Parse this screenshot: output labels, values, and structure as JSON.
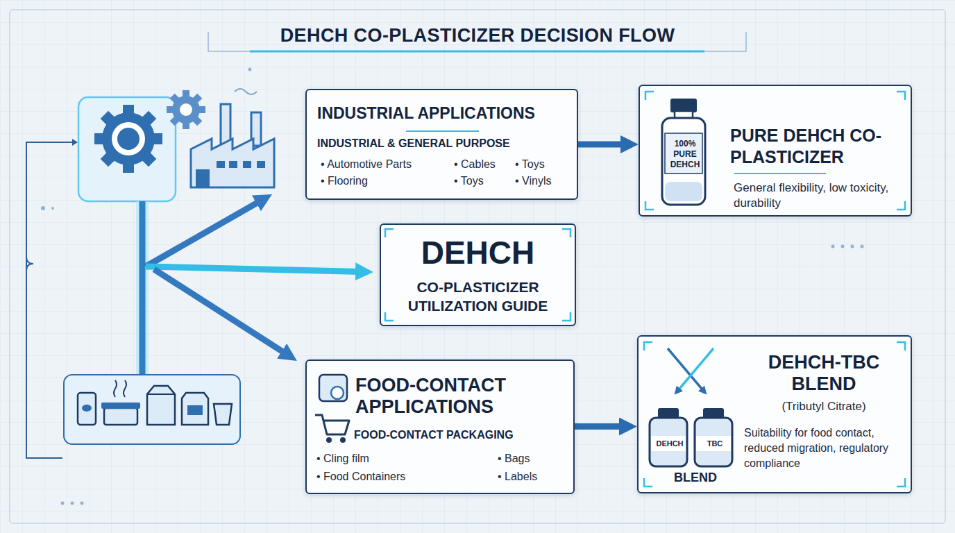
{
  "diagram": {
    "title": "DEHCH CO-PLASTICIZER DECISION FLOW",
    "nodes": [
      {
        "text": [
          "INDUSTRIAL APPLICATIONS",
          "INDUSTRIAL & GENERAL PURPOSE",
          "• Automotive Parts",
          "• Flooring",
          "• Cables",
          "• Toys",
          "• Toys",
          "• Vinyls"
        ]
      },
      {
        "text": [
          "100% PURE DEHCH",
          "PURE DEHCH CO-PLASTICIZER",
          "General flexibility, low toxicity, durability"
        ]
      },
      {
        "text": [
          "DEHCH",
          "CO-PLASTICIZER UTILIZATION GUIDE"
        ]
      },
      {
        "text": [
          "FOOD-CONTACT APPLICATIONS",
          "FOOD-CONTACT PACKAGING",
          "• Cling film",
          "• Bags",
          "• Food Containers",
          "• Labels"
        ]
      },
      {
        "text": [
          "DEHCH-TBC BLEND",
          "(Tributyl Citrate)",
          "DEHCH",
          "TBC",
          "BLEND",
          "Suitability for food contact, reduced migration, regulatory compliance"
        ]
      }
    ],
    "edges": [
      {
        "from": 0,
        "to": 1,
        "arrow": "to"
      },
      {
        "from": 3,
        "to": 4,
        "arrow": "to"
      }
    ]
  }
}
